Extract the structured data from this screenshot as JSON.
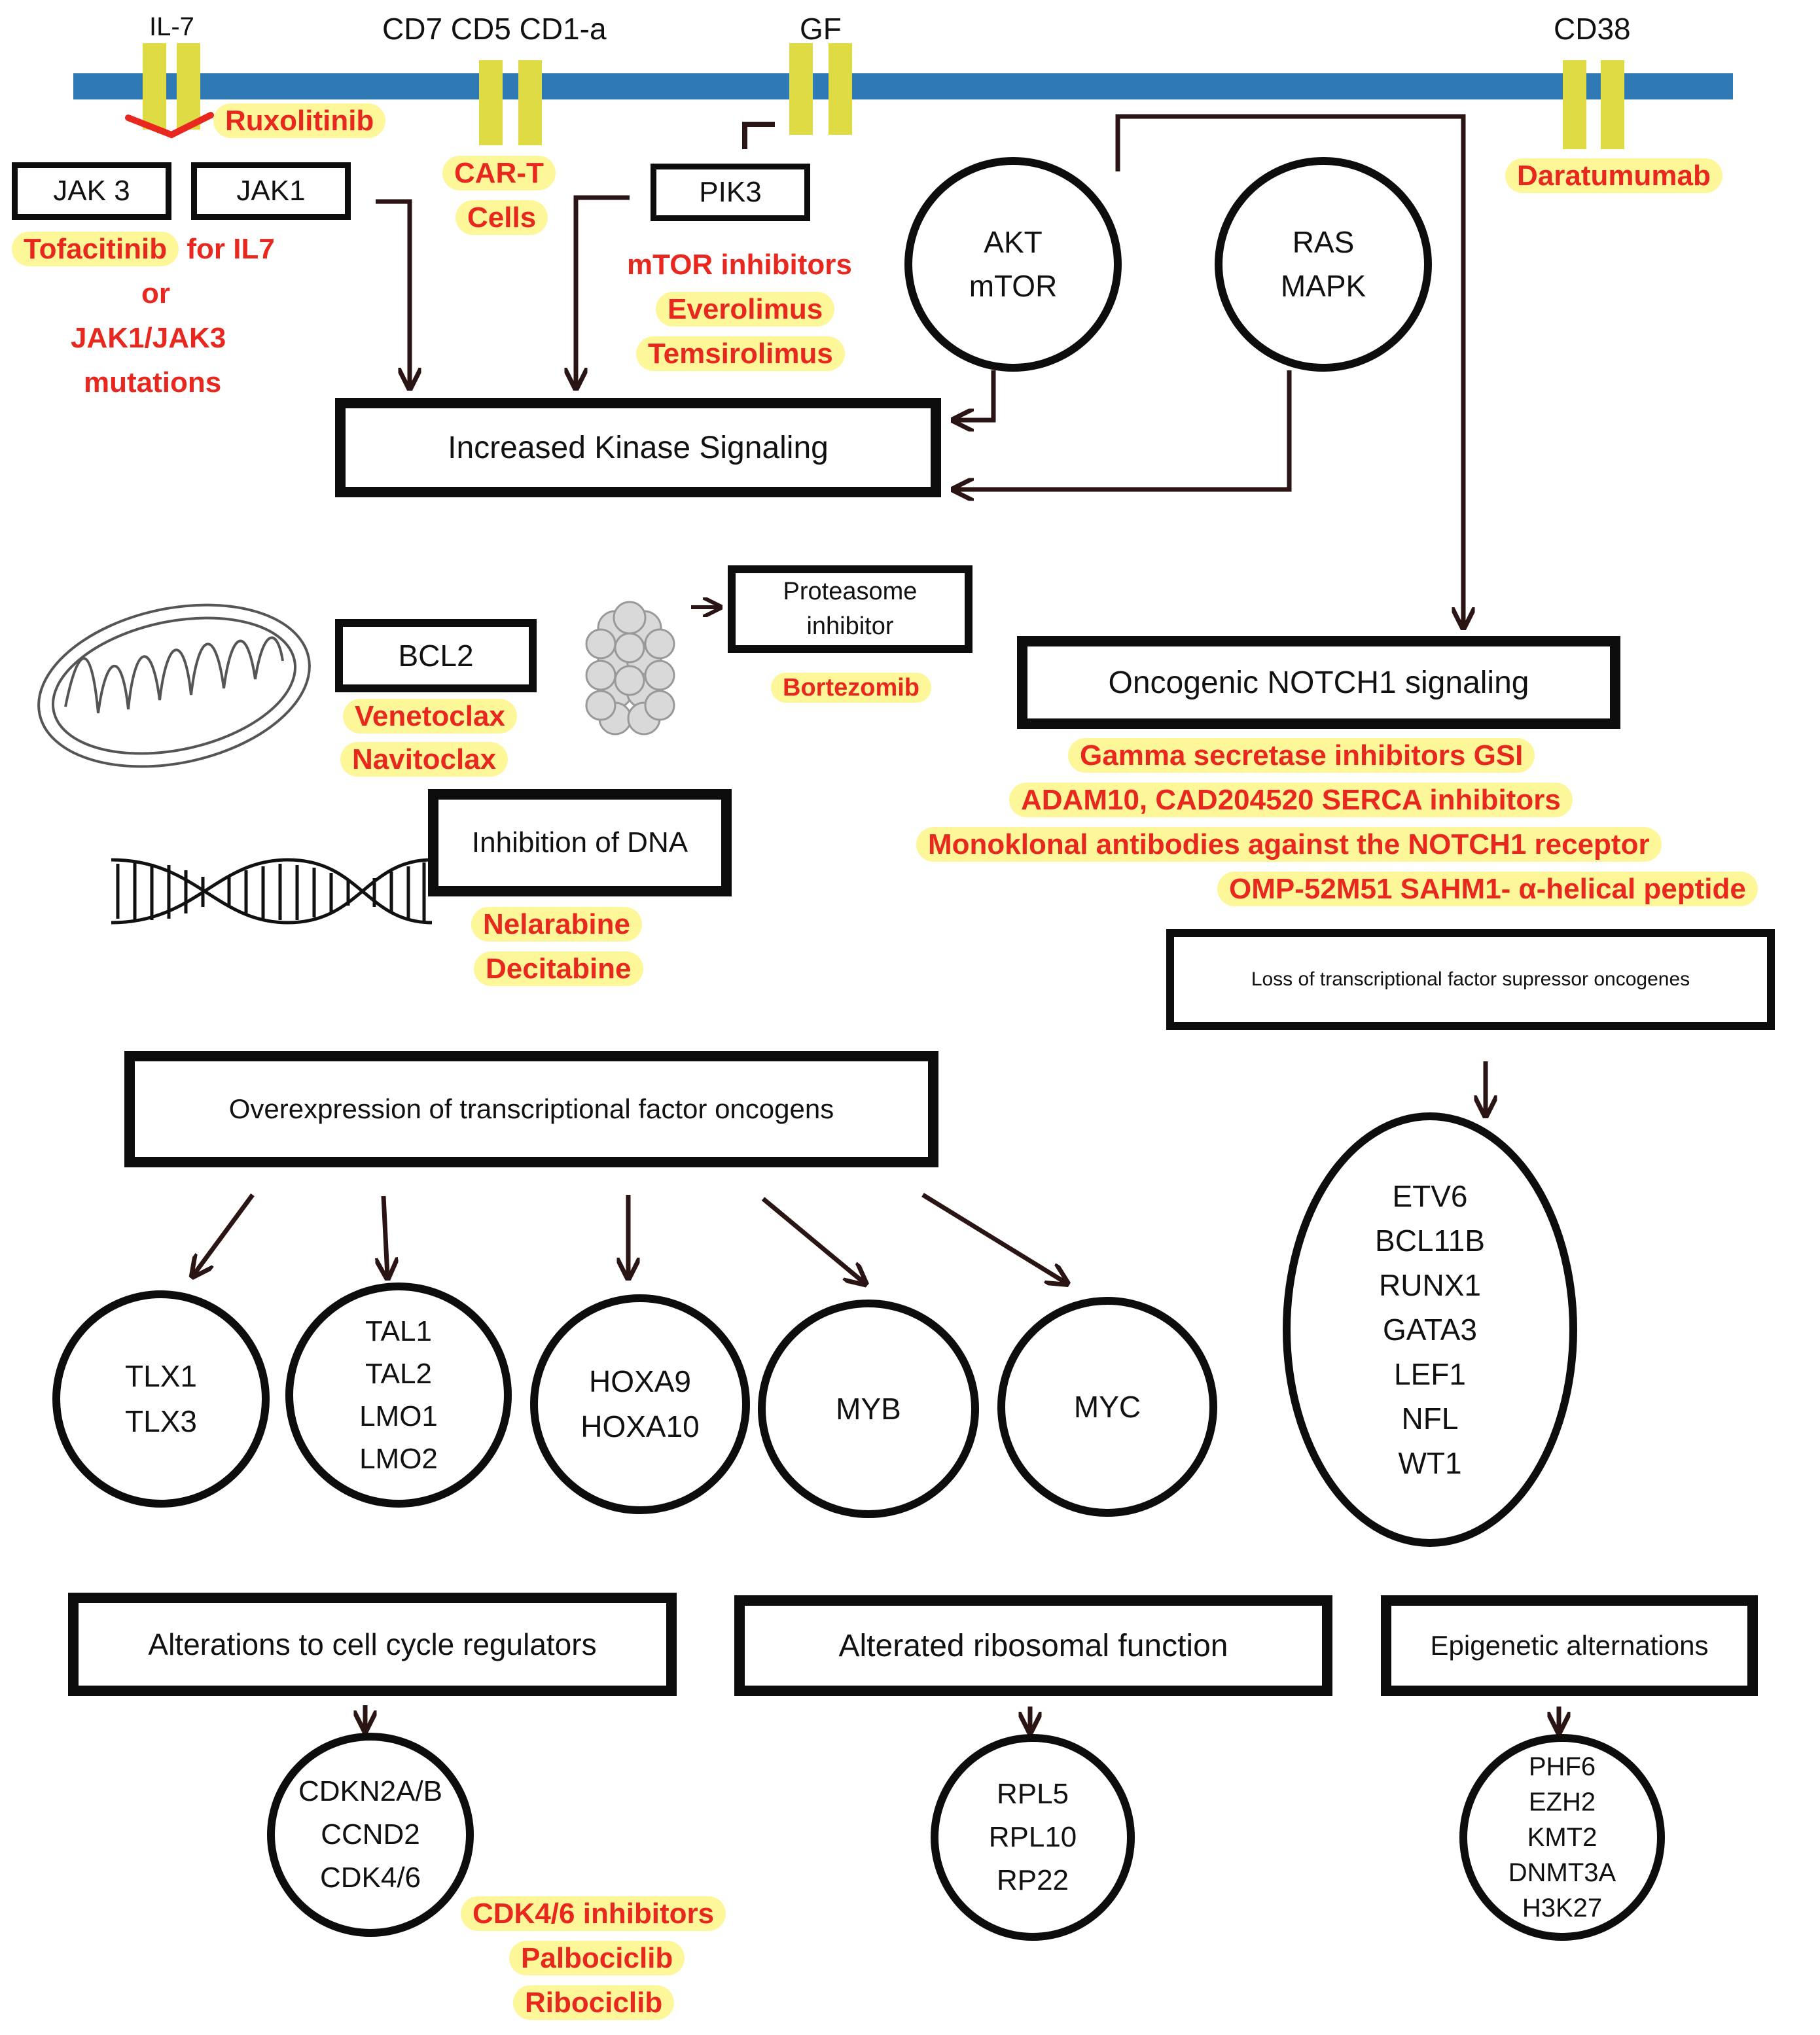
{
  "receptors": {
    "il7": "IL-7",
    "cd": "CD7 CD5 CD1-a",
    "gf": "GF",
    "cd38": "CD38"
  },
  "kinases": {
    "jak3": "JAK 3",
    "jak1": "JAK1",
    "pik3": "PIK3"
  },
  "circles": {
    "akt": [
      "AKT",
      "mTOR"
    ],
    "ras": [
      "RAS",
      "MAPK"
    ],
    "tlx": [
      "TLX1",
      "TLX3"
    ],
    "tal": [
      "TAL1",
      "TAL2",
      "LMO1",
      "LMO2"
    ],
    "hox": [
      "HOXA9",
      "HOXA10"
    ],
    "myb": [
      "MYB"
    ],
    "myc": [
      "MYC"
    ],
    "etv": [
      "ETV6",
      "BCL11B",
      "RUNX1",
      "GATA3",
      "LEF1",
      "NFL",
      "WT1"
    ],
    "cdk": [
      "CDKN2A/B",
      "CCND2",
      "CDK4/6"
    ],
    "rpl": [
      "RPL5",
      "RPL10",
      "RP22"
    ],
    "phf": [
      "PHF6",
      "EZH2",
      "KMT2",
      "DNMT3A",
      "H3K27"
    ]
  },
  "boxes": {
    "kinase_signaling": "Increased Kinase Signaling",
    "bcl2": "BCL2",
    "proteasome": [
      "Proteasome",
      "inhibitor"
    ],
    "notch": "Oncogenic NOTCH1 signaling",
    "dna": "Inhibition of DNA",
    "loss": "Loss of transcriptional factor supressor oncogenes",
    "overexpression": "Overexpression of transcriptional factor oncogens",
    "cell_cycle": "Alterations to cell cycle regulators",
    "ribosomal": "Alterated ribosomal function",
    "epigenetic": "Epigenetic alternations"
  },
  "drugs": {
    "ruxolitinib": "Ruxolitinib",
    "cart": [
      "CAR-T",
      "Cells"
    ],
    "daratumumab": "Daratumumab",
    "tofacitinib": "Tofacitinib",
    "tofacitinib_rest": [
      " for IL7",
      "or",
      "JAK1/JAK3",
      "mutations"
    ],
    "mtor": "mTOR inhibitors",
    "everolimus": "Everolimus",
    "temsirolimus": "Temsirolimus",
    "venetoclax": "Venetoclax",
    "navitoclax": "Navitoclax",
    "bortezomib": "Bortezomib",
    "notch_drugs": [
      "Gamma secretase inhibitors GSI",
      "ADAM10, CAD204520 SERCA inhibitors",
      "Monoklonal antibodies against the NOTCH1 receptor",
      "OMP-52M51  SAHM1- α-helical peptide"
    ],
    "nelarabine": "Nelarabine",
    "decitabine": "Decitabine",
    "cdk_drugs": [
      "CDK4/6 inhibitors",
      "Palbociclib",
      "Ribociclib"
    ]
  },
  "colors": {
    "membrane": "#2f79b5",
    "receptor": "#dedb45",
    "drug_text": "#e8281f",
    "highlight": "#fdf79a",
    "arrow": "#2a1414"
  },
  "icons": [
    "mitochondrion-icon",
    "proteasome-icon",
    "dna-helix-icon"
  ]
}
